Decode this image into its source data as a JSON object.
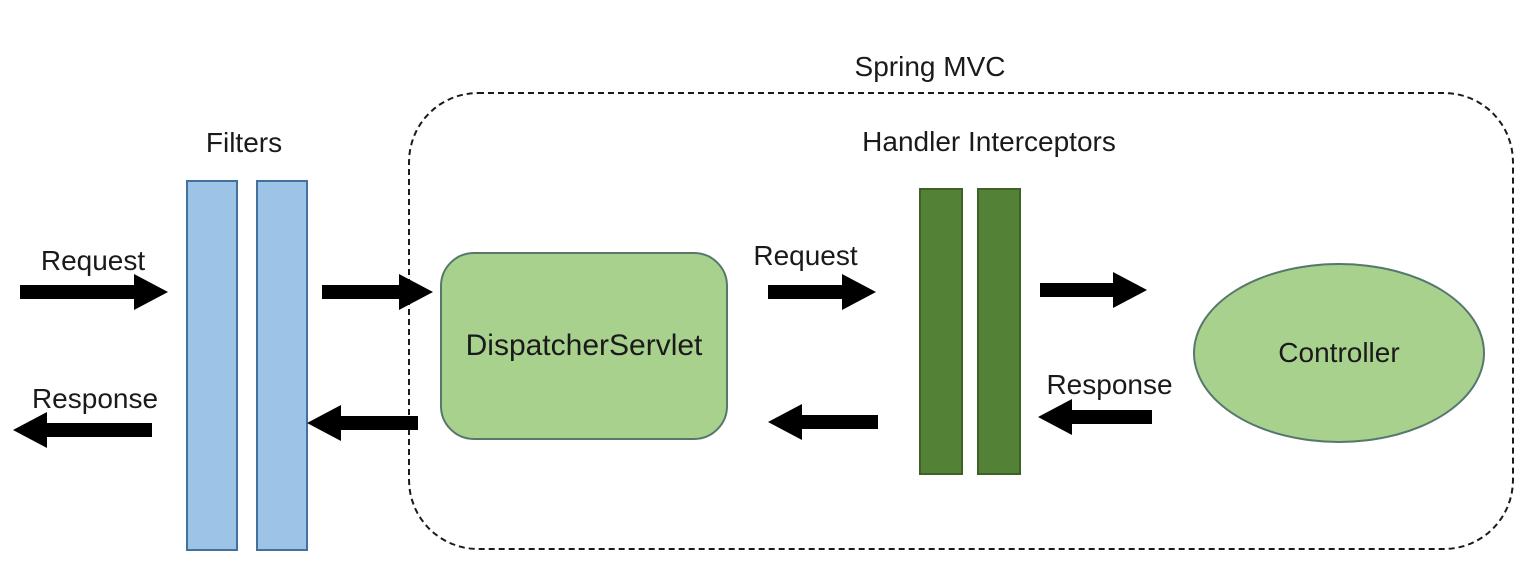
{
  "diagram": {
    "title": "Spring MVC",
    "labels": {
      "filters": "Filters",
      "handler_interceptors": "Handler Interceptors",
      "dispatcher_servlet": "DispatcherServlet",
      "controller": "Controller",
      "request_left": "Request",
      "response_left": "Response",
      "request_mid": "Request",
      "response_mid": "Response"
    },
    "nodes": [
      {
        "id": "filters",
        "type": "double-bar",
        "label": "Filters"
      },
      {
        "id": "dispatcher-servlet",
        "type": "rounded-rect",
        "label": "DispatcherServlet"
      },
      {
        "id": "handler-interceptors",
        "type": "double-bar",
        "label": "Handler Interceptors"
      },
      {
        "id": "controller",
        "type": "ellipse",
        "label": "Controller"
      }
    ],
    "flows": [
      {
        "from": "client",
        "to": "filters",
        "label": "Request",
        "direction": "right"
      },
      {
        "from": "filters",
        "to": "client",
        "label": "Response",
        "direction": "left"
      },
      {
        "from": "filters",
        "to": "dispatcher-servlet",
        "direction": "right"
      },
      {
        "from": "dispatcher-servlet",
        "to": "filters",
        "direction": "left"
      },
      {
        "from": "dispatcher-servlet",
        "to": "handler-interceptors",
        "label": "Request",
        "direction": "right"
      },
      {
        "from": "handler-interceptors",
        "to": "dispatcher-servlet",
        "direction": "left"
      },
      {
        "from": "handler-interceptors",
        "to": "controller",
        "direction": "right"
      },
      {
        "from": "controller",
        "to": "handler-interceptors",
        "label": "Response",
        "direction": "left"
      }
    ],
    "colors": {
      "filter_bar_fill": "#9DC3E6",
      "filter_bar_border": "#41719C",
      "interceptor_bar_fill": "#538135",
      "interceptor_bar_border": "#3E6127",
      "node_fill": "#A9D18E",
      "node_border": "#56776B",
      "arrow": "#000000",
      "text": "#1A1A1A",
      "dashed_border": "#1A1A1A"
    }
  }
}
